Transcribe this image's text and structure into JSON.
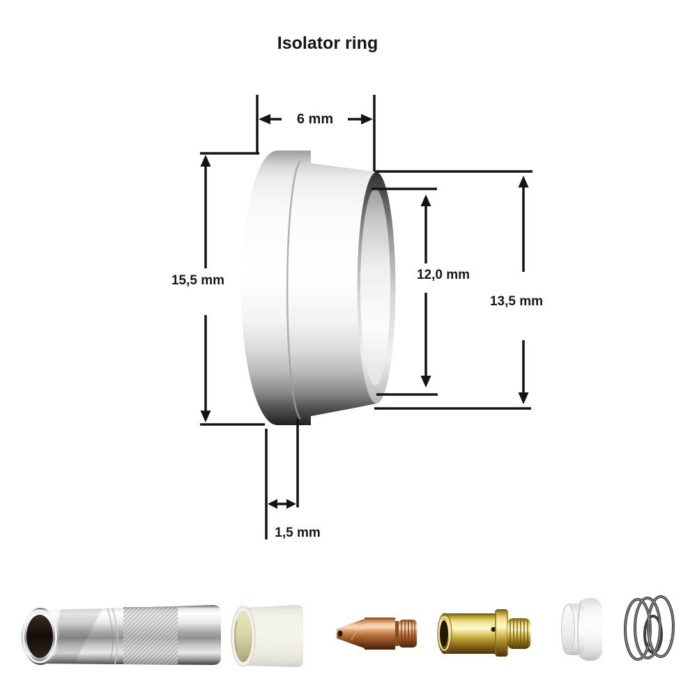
{
  "title": "Isolator ring",
  "dimensions": {
    "width": "6 mm",
    "flange_diameter": "15,5 mm",
    "inner_diameter": "12,0 mm",
    "outer_diameter": "13,5 mm",
    "flange_offset": "1,5 mm"
  },
  "parts": [
    {
      "name": "gas-nozzle"
    },
    {
      "name": "isolator-sleeve"
    },
    {
      "name": "contact-tip"
    },
    {
      "name": "contact-tip-holder"
    },
    {
      "name": "isolator-ring"
    },
    {
      "name": "nozzle-spring"
    }
  ],
  "colors": {
    "background": "#ffffff",
    "dimension_line": "#141414",
    "label_text": "#16161f",
    "brass": "#d8c25e",
    "copper": "#c87d4a",
    "chrome": "#e8e8e8"
  }
}
